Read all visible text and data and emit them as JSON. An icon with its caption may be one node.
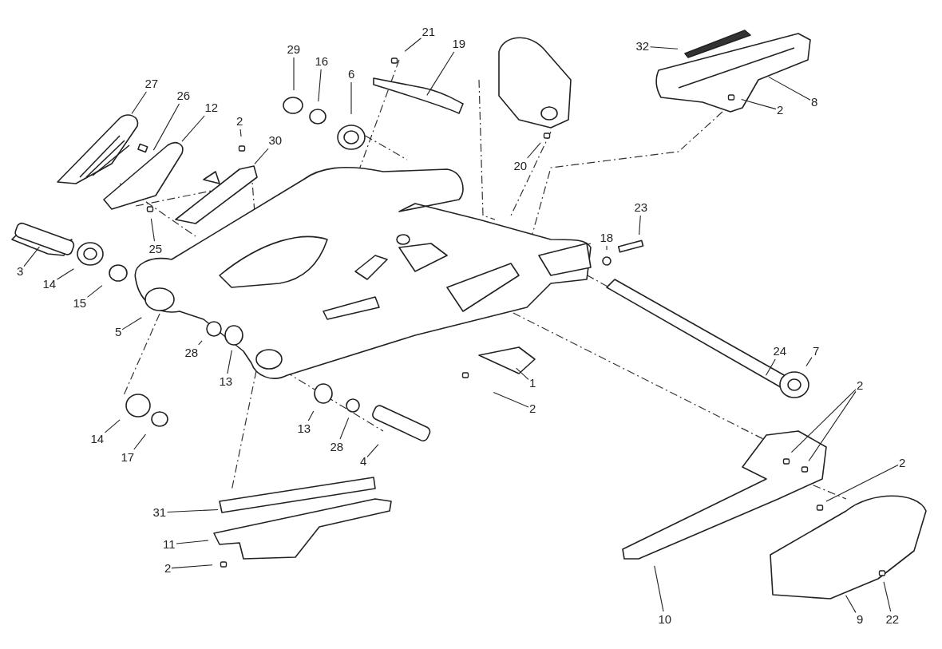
{
  "diagram": {
    "nodes": [
      {
        "text": [
          "21"
        ]
      },
      {
        "text": [
          "19"
        ]
      },
      {
        "text": [
          "32"
        ]
      },
      {
        "text": [
          "29"
        ]
      },
      {
        "text": [
          "16"
        ]
      },
      {
        "text": [
          "6"
        ]
      },
      {
        "text": [
          "27"
        ]
      },
      {
        "text": [
          "26"
        ]
      },
      {
        "text": [
          "12"
        ]
      },
      {
        "text": [
          "8"
        ]
      },
      {
        "text": [
          "2"
        ]
      },
      {
        "text": [
          "2"
        ]
      },
      {
        "text": [
          "30"
        ]
      },
      {
        "text": [
          "20"
        ]
      },
      {
        "text": [
          "23"
        ]
      },
      {
        "text": [
          "18"
        ]
      },
      {
        "text": [
          "25"
        ]
      },
      {
        "text": [
          "3"
        ]
      },
      {
        "text": [
          "14"
        ]
      },
      {
        "text": [
          "15"
        ]
      },
      {
        "text": [
          "5"
        ]
      },
      {
        "text": [
          "28"
        ]
      },
      {
        "text": [
          "24"
        ]
      },
      {
        "text": [
          "7"
        ]
      },
      {
        "text": [
          "13"
        ]
      },
      {
        "text": [
          "1"
        ]
      },
      {
        "text": [
          "2"
        ]
      },
      {
        "text": [
          "2"
        ]
      },
      {
        "text": [
          "13"
        ]
      },
      {
        "text": [
          "14"
        ]
      },
      {
        "text": [
          "28"
        ]
      },
      {
        "text": [
          "17"
        ]
      },
      {
        "text": [
          "4"
        ]
      },
      {
        "text": [
          "2"
        ]
      },
      {
        "text": [
          "31"
        ]
      },
      {
        "text": [
          "11"
        ]
      },
      {
        "text": [
          "2"
        ]
      },
      {
        "text": [
          "10"
        ]
      },
      {
        "text": [
          "9"
        ]
      },
      {
        "text": [
          "22"
        ]
      }
    ],
    "edges": [
      {
        "from": 0,
        "to": null,
        "arrow": "none"
      },
      {
        "from": 1,
        "to": null,
        "arrow": "none"
      },
      {
        "from": 2,
        "to": null,
        "arrow": "none"
      },
      {
        "from": 3,
        "to": null,
        "arrow": "none"
      },
      {
        "from": 4,
        "to": null,
        "arrow": "none"
      },
      {
        "from": 5,
        "to": null,
        "arrow": "none"
      },
      {
        "from": 6,
        "to": null,
        "arrow": "none"
      },
      {
        "from": 7,
        "to": null,
        "arrow": "none"
      },
      {
        "from": 8,
        "to": null,
        "arrow": "none"
      },
      {
        "from": 9,
        "to": null,
        "arrow": "none"
      },
      {
        "from": 10,
        "to": null,
        "arrow": "none"
      },
      {
        "from": 11,
        "to": null,
        "arrow": "none"
      },
      {
        "from": 12,
        "to": null,
        "arrow": "none"
      },
      {
        "from": 13,
        "to": null,
        "arrow": "none"
      },
      {
        "from": 14,
        "to": null,
        "arrow": "none"
      },
      {
        "from": 15,
        "to": null,
        "arrow": "none"
      },
      {
        "from": 16,
        "to": null,
        "arrow": "none"
      },
      {
        "from": 17,
        "to": null,
        "arrow": "none"
      },
      {
        "from": 18,
        "to": null,
        "arrow": "none"
      },
      {
        "from": 19,
        "to": null,
        "arrow": "none"
      },
      {
        "from": 20,
        "to": null,
        "arrow": "none"
      },
      {
        "from": 21,
        "to": null,
        "arrow": "none"
      },
      {
        "from": 22,
        "to": null,
        "arrow": "none"
      },
      {
        "from": 23,
        "to": null,
        "arrow": "none"
      },
      {
        "from": 24,
        "to": null,
        "arrow": "none"
      },
      {
        "from": 25,
        "to": null,
        "arrow": "none"
      },
      {
        "from": 26,
        "to": null,
        "arrow": "none"
      },
      {
        "from": 27,
        "to": null,
        "arrow": "none"
      },
      {
        "from": 27,
        "to": null,
        "arrow": "none"
      },
      {
        "from": 28,
        "to": null,
        "arrow": "none"
      },
      {
        "from": 29,
        "to": null,
        "arrow": "none"
      },
      {
        "from": 30,
        "to": null,
        "arrow": "none"
      },
      {
        "from": 31,
        "to": null,
        "arrow": "none"
      },
      {
        "from": 32,
        "to": null,
        "arrow": "none"
      },
      {
        "from": 33,
        "to": null,
        "arrow": "none"
      },
      {
        "from": 34,
        "to": null,
        "arrow": "none"
      },
      {
        "from": 35,
        "to": null,
        "arrow": "none"
      },
      {
        "from": 36,
        "to": null,
        "arrow": "none"
      },
      {
        "from": 37,
        "to": null,
        "arrow": "none"
      },
      {
        "from": 38,
        "to": null,
        "arrow": "none"
      },
      {
        "from": 39,
        "to": null,
        "arrow": "none"
      }
    ]
  }
}
